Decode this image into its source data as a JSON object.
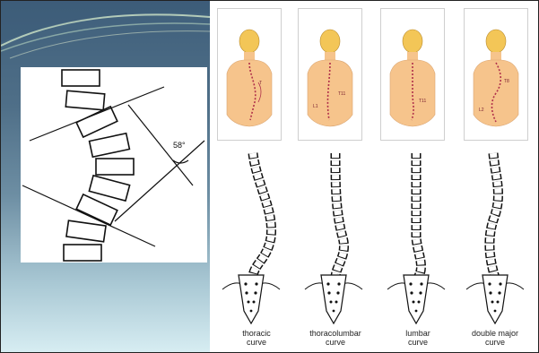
{
  "cobb_diagram": {
    "angle_label": "58°"
  },
  "back_figures": [
    {
      "curve_label": "T",
      "label_alt": ""
    },
    {
      "curve_label": "L1",
      "label_alt": "T11"
    },
    {
      "curve_label": "",
      "label_alt": "T11"
    },
    {
      "curve_label": "L2",
      "label_alt": "T8"
    }
  ],
  "spine_captions": [
    {
      "line1": "thoracic",
      "line2": "curve"
    },
    {
      "line1": "thoracolumbar",
      "line2": "curve"
    },
    {
      "line1": "lumbar",
      "line2": "curve"
    },
    {
      "line1": "double major",
      "line2": "curve"
    }
  ],
  "colors": {
    "skin": "#f6c48c",
    "hair": "#f3c657",
    "curve_line": "#b0304a",
    "slide_gradient_top": "#3f5f7b",
    "slide_gradient_bottom": "#d8eef3"
  }
}
